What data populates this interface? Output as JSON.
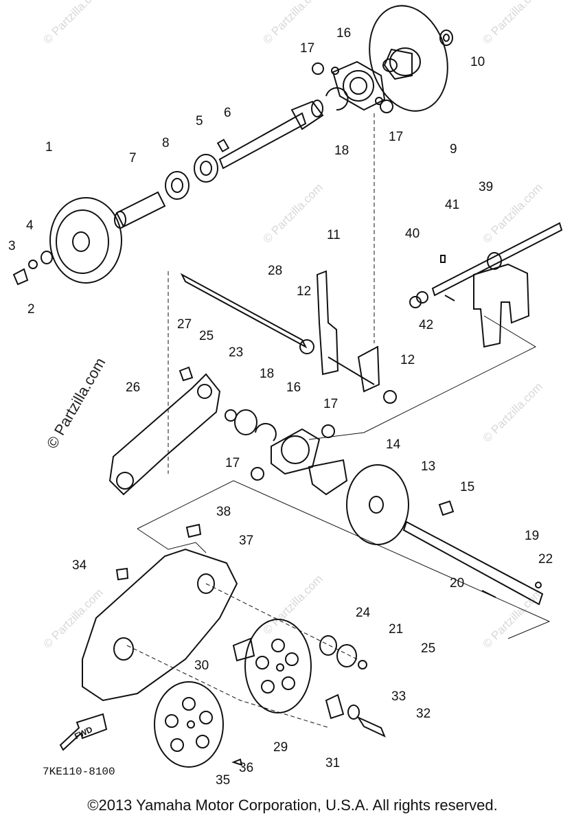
{
  "drawing_code": "7KE110-8100",
  "copyright": "©2013 Yamaha Motor Corporation, U.S.A. All rights reserved.",
  "fwd_label": "FWD",
  "watermark": "© Partzilla.com",
  "part_labels": [
    "1",
    "2",
    "3",
    "4",
    "5",
    "6",
    "7",
    "8",
    "9",
    "10",
    "11",
    "12",
    "12",
    "13",
    "14",
    "15",
    "16",
    "16",
    "17",
    "17",
    "17",
    "17",
    "18",
    "18",
    "19",
    "20",
    "21",
    "22",
    "23",
    "24",
    "25",
    "25",
    "26",
    "27",
    "28",
    "29",
    "30",
    "31",
    "32",
    "33",
    "34",
    "35",
    "36",
    "37",
    "38",
    "39",
    "40",
    "41",
    "42"
  ]
}
